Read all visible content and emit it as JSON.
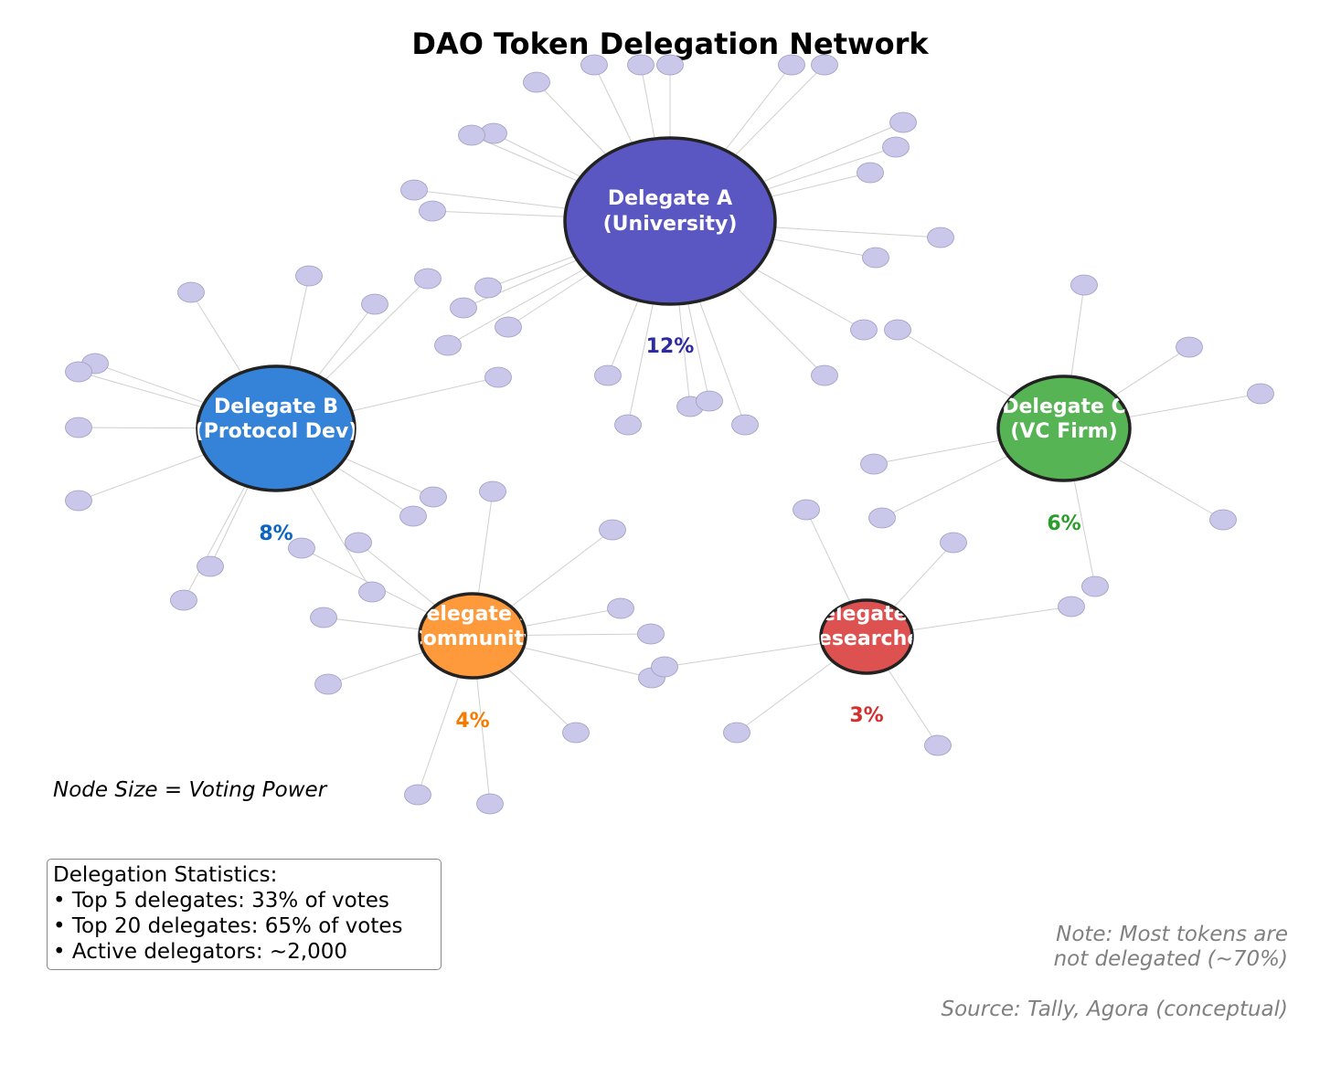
{
  "title": "DAO Token Delegation Network",
  "delegates": [
    {
      "id": "A",
      "line1": "Delegate A",
      "line2": "(University)",
      "share": "12%",
      "color": "#5b57c2",
      "pct_color": "#2e2aa0"
    },
    {
      "id": "B",
      "line1": "Delegate B",
      "line2": "(Protocol Dev)",
      "share": "8%",
      "color": "#3483d8",
      "pct_color": "#0a66c2"
    },
    {
      "id": "C",
      "line1": "Delegate C",
      "line2": "(VC Firm)",
      "share": "6%",
      "color": "#56b454",
      "pct_color": "#2a9d2a"
    },
    {
      "id": "D",
      "line1": "Delegate D",
      "line2": "(Community)",
      "share": "4%",
      "color": "#ff9a3c",
      "pct_color": "#f57c00"
    },
    {
      "id": "E",
      "line1": "Delegate E",
      "line2": "(Researcher)",
      "share": "3%",
      "color": "#de5151",
      "pct_color": "#d32f2f"
    }
  ],
  "delegator_color": "#c9c7ea",
  "legend_note": "Node Size = Voting Power",
  "stats": {
    "heading": "Delegation Statistics:",
    "lines": [
      "• Top 5 delegates: 33% of votes",
      "• Top 20 delegates: 65% of votes",
      "• Active delegators: ~2,000"
    ]
  },
  "note_lines": [
    "Note: Most tokens are",
    "not delegated (~70%)"
  ],
  "source": "Source: Tally, Agora (conceptual)"
}
